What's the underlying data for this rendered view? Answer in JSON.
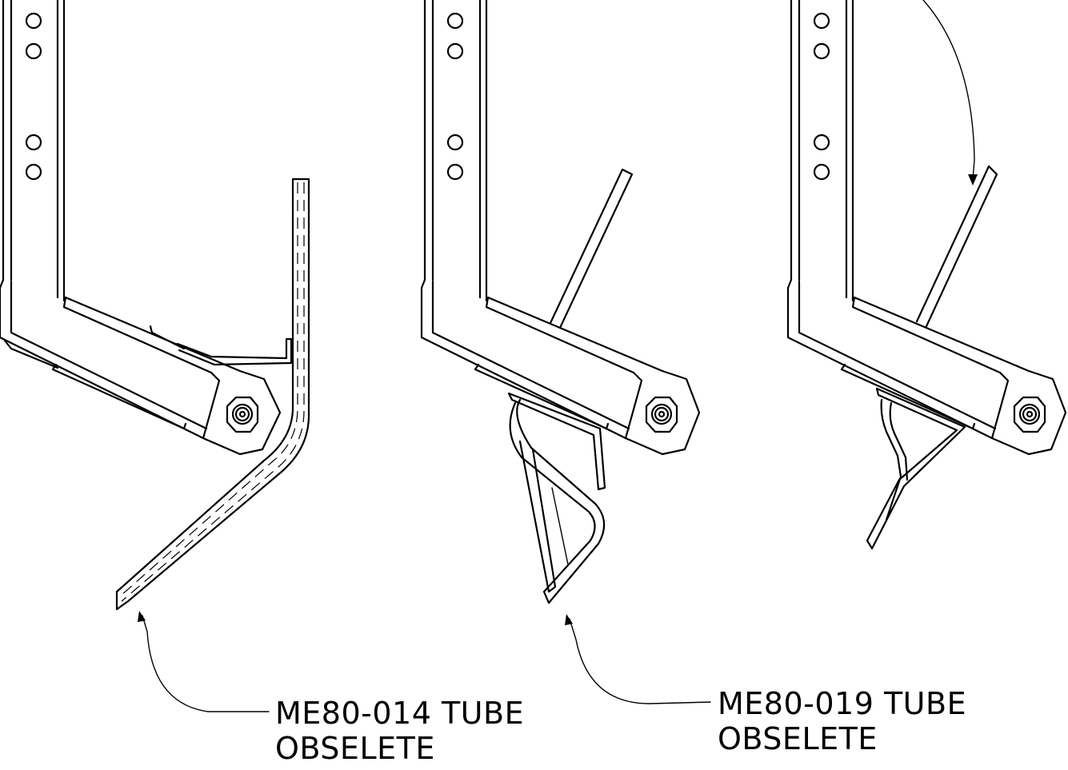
{
  "callouts": [
    {
      "line1": "ME80-014 TUBE",
      "line2": "OBSELETE"
    },
    {
      "line1": "ME80-019 TUBE",
      "line2": "OBSELETE"
    }
  ],
  "colors": {
    "ink": "#000000",
    "background": "#ffffff"
  }
}
